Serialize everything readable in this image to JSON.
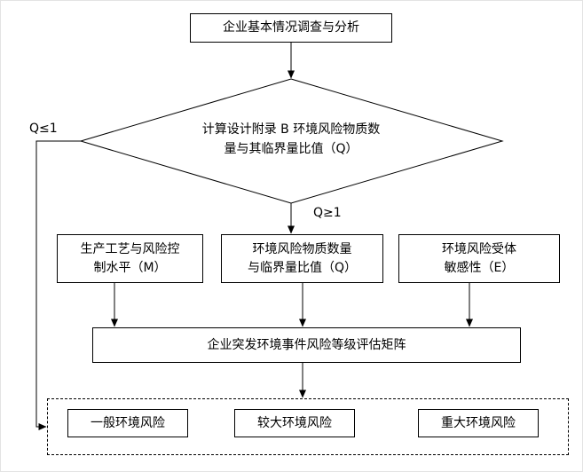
{
  "flowchart": {
    "start_box": "企业基本情况调查与分析",
    "decision": {
      "line1": "计算设计附录 B 环境风险物质数",
      "line2": "量与其临界量比值（Q）"
    },
    "branch_labels": {
      "left": "Q≤1",
      "down": "Q≥1"
    },
    "factor_boxes": {
      "m": {
        "line1": "生产工艺与风险控",
        "line2": "制水平（M）"
      },
      "q": {
        "line1": "环境风险物质数量",
        "line2": "与临界量比值（Q）"
      },
      "e": {
        "line1": "环境风险受体",
        "line2": "敏感性（E）"
      }
    },
    "matrix_box": "企业突发环境事件风险等级评估矩阵",
    "risk_levels": {
      "general": "一般环境风险",
      "larger": "较大环境风险",
      "major": "重大环境风险"
    }
  }
}
